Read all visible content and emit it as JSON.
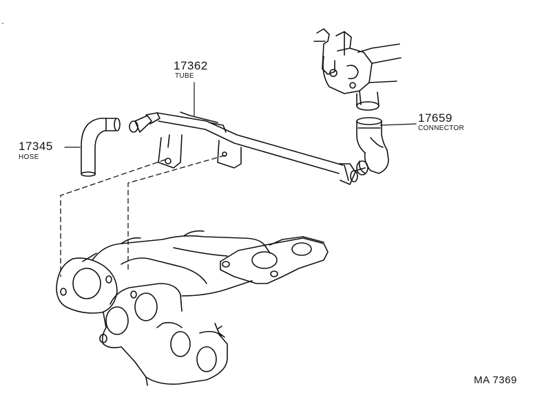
{
  "parts": [
    {
      "number": "17362",
      "name": "TUBE"
    },
    {
      "number": "17345",
      "name": "HOSE"
    },
    {
      "number": "17659",
      "name": "CONNECTOR"
    }
  ],
  "reference": "MA 7369",
  "colors": {
    "ink": "#111111",
    "paper": "#ffffff"
  }
}
